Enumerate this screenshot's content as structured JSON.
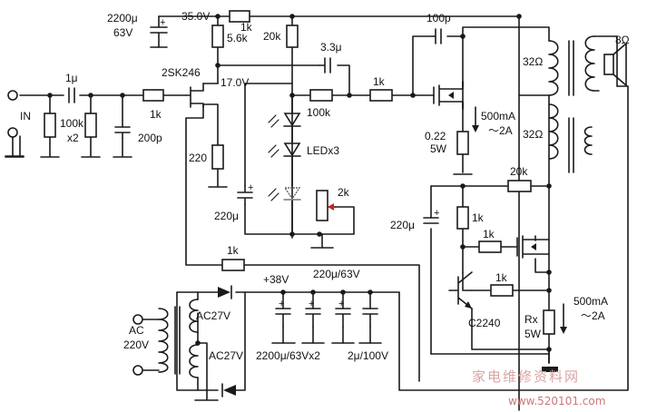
{
  "labels": {
    "cap_2200u": "2200μ",
    "cap_63v": "63V",
    "v35": "35.0V",
    "r_1k_top": "1k",
    "r_5k6": "5.6k",
    "r_20k_top": "20k",
    "cap_3u3": "3.3μ",
    "cap_100p": "100p",
    "tr_32a": "32Ω",
    "tr_32b": "32Ω",
    "spk_8": "8Ω",
    "cap_1u": "1μ",
    "q_2sk246": "2SK246",
    "v17": "17.0V",
    "in": "IN",
    "r_100k_x2a": "100k",
    "r_100k_x2b": "x2",
    "r_1k_in": "1k",
    "cap_200p": "200p",
    "r_1k_mid": "1k",
    "r_100k": "100k",
    "r_022a": "0.22",
    "r_022b": "5W",
    "i_500a": "500mA",
    "i_2a": "～2A",
    "r_220": "220",
    "leds": "LEDx3",
    "pot_2k": "2k",
    "cap_220u_left": "220μ",
    "r_20k_right": "20k",
    "cap_220u_right": "220μ",
    "r_1k_bias1": "1k",
    "r_1k_bias2": "1k",
    "r_1k_fb": "1k",
    "r_1k_base": "1k",
    "q_c2240": "C2240",
    "rx_a": "Rx",
    "rx_b": "5W",
    "i_500b": "500mA",
    "i_2b": "～2A",
    "ac": "AC",
    "ac220": "220V",
    "ac27a": "AC27V",
    "ac27b": "AC27V",
    "v38": "+38V",
    "cap_220_63": "220μ/63V",
    "cap_2200_x2": "2200μ/63Vx2",
    "cap_2u_100": "2μ/100V"
  },
  "watermark": {
    "cn": "家电维修资料网",
    "url": "www.520101.com"
  }
}
